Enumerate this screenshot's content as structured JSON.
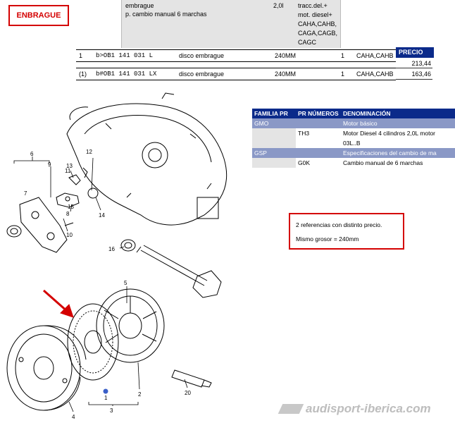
{
  "title": "ENBRAGUE",
  "top_table": {
    "desc_line1": "embrague",
    "desc_line2": "p. cambio manual 6 marchas",
    "displacement": "2,0l",
    "notes": [
      "tracc.del.+",
      "mot. diesel+",
      "CAHA,CAHB,",
      "CAGA,CAGB,",
      "CAGC"
    ]
  },
  "parts": [
    {
      "pos": "1",
      "part": "b>OB1 141 031 L",
      "desc": "disco embrague",
      "size": "240MM",
      "qty": "1",
      "codes": "CAHA,CAHB",
      "price": "213,44"
    },
    {
      "pos": "(1)",
      "part": "b#OB1 141 031 LX",
      "desc": "disco embrague",
      "size": "240MM",
      "qty": "1",
      "codes": "CAHA,CAHB",
      "price": "163,46"
    }
  ],
  "price_header": "PRECIO",
  "spec_table": {
    "headers": [
      "FAMILIA PR",
      "PR NÚMEROS",
      "DENOMINACIÓN"
    ],
    "rows": [
      {
        "type": "group",
        "fam": "GMO",
        "num": "",
        "desc": "Motor básico"
      },
      {
        "type": "row",
        "fam": "",
        "num": "TH3",
        "desc": "Motor Diesel 4 cilindros 2,0L motor"
      },
      {
        "type": "row",
        "fam": "",
        "num": "",
        "desc": "03L..B"
      },
      {
        "type": "group",
        "fam": "GSP",
        "num": "",
        "desc": "Especificaciones del cambio de ma"
      },
      {
        "type": "row",
        "fam": "",
        "num": "G0K",
        "desc": "Cambio manual de 6 marchas"
      }
    ]
  },
  "note": {
    "line1": "2 referencias con distinto precio.",
    "line2": "Mismo grosor = 240mm"
  },
  "callouts": [
    "1",
    "2",
    "3",
    "4",
    "5",
    "6",
    "7",
    "8",
    "9",
    "10",
    "11",
    "12",
    "13",
    "14",
    "15",
    "16",
    "20"
  ],
  "watermark": "audisport-iberica.com",
  "colors": {
    "accent_red": "#d40000",
    "header_blue": "#0b2a8a",
    "group_blue": "#8a98c6"
  }
}
